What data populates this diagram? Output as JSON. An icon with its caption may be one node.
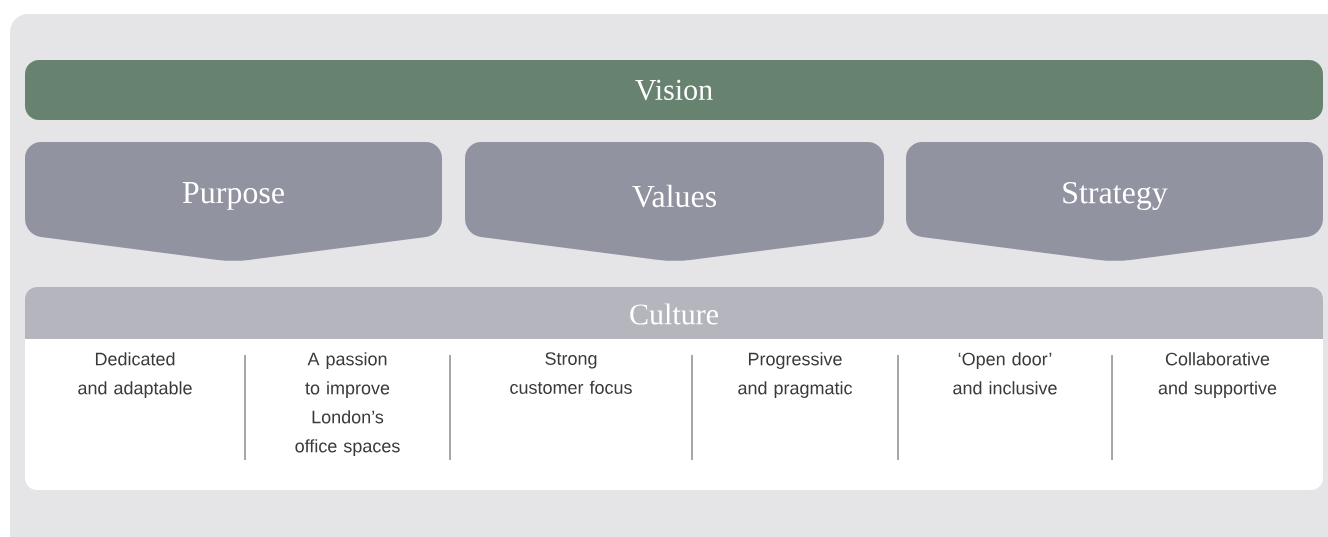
{
  "diagram": {
    "nodes": [
      {
        "text": [
          "Vision"
        ]
      },
      {
        "text": [
          "Purpose"
        ]
      },
      {
        "text": [
          "Values"
        ]
      },
      {
        "text": [
          "Strategy"
        ]
      },
      {
        "text": [
          "Culture"
        ]
      }
    ],
    "labels": [
      "Dedicated and adaptable",
      "A passion to improve London’s office spaces",
      "Strong customer focus",
      "Progressive and pragmatic",
      "‘Open door’ and inclusive",
      "Collaborative and supportive"
    ]
  }
}
